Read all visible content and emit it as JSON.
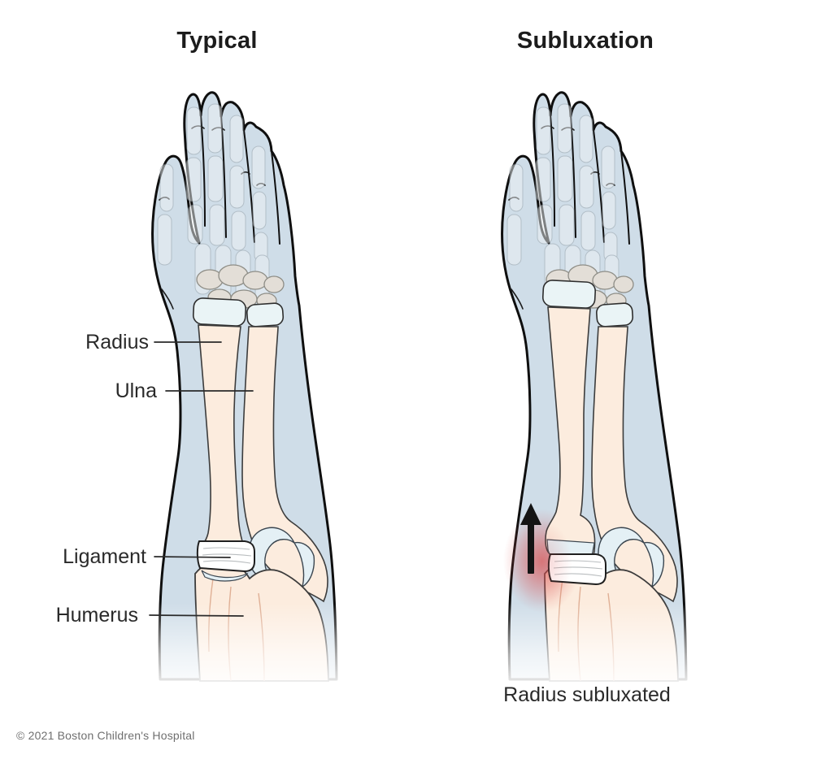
{
  "diagram": {
    "subject": "Elbow radial head subluxation comparison",
    "panels": {
      "typical": {
        "title": "Typical"
      },
      "subluxation": {
        "title": "Subluxation",
        "caption": "Radius subluxated"
      }
    },
    "labels": {
      "radius": "Radius",
      "ulna": "Ulna",
      "ligament": "Ligament",
      "humerus": "Humerus"
    },
    "icons": {
      "subluxation_arrow": "↑"
    },
    "colors": {
      "background": "#ffffff",
      "skin": "#cfdde8",
      "bone": "#fcecde",
      "cartilage": "#e4f0f5",
      "carpal_bone": "#e3ded7",
      "ghost_bone": "#edf2f5",
      "ligament": "#ffffff",
      "outline": "#0f0f0f",
      "inflammation": "#d94a4a",
      "arrow": "#141414",
      "title_text": "#1c1c1c",
      "label_text": "#2a2a2a",
      "muted_text": "#6f6f6f"
    }
  },
  "footer": {
    "copyright": "© 2021 Boston Children's Hospital"
  }
}
